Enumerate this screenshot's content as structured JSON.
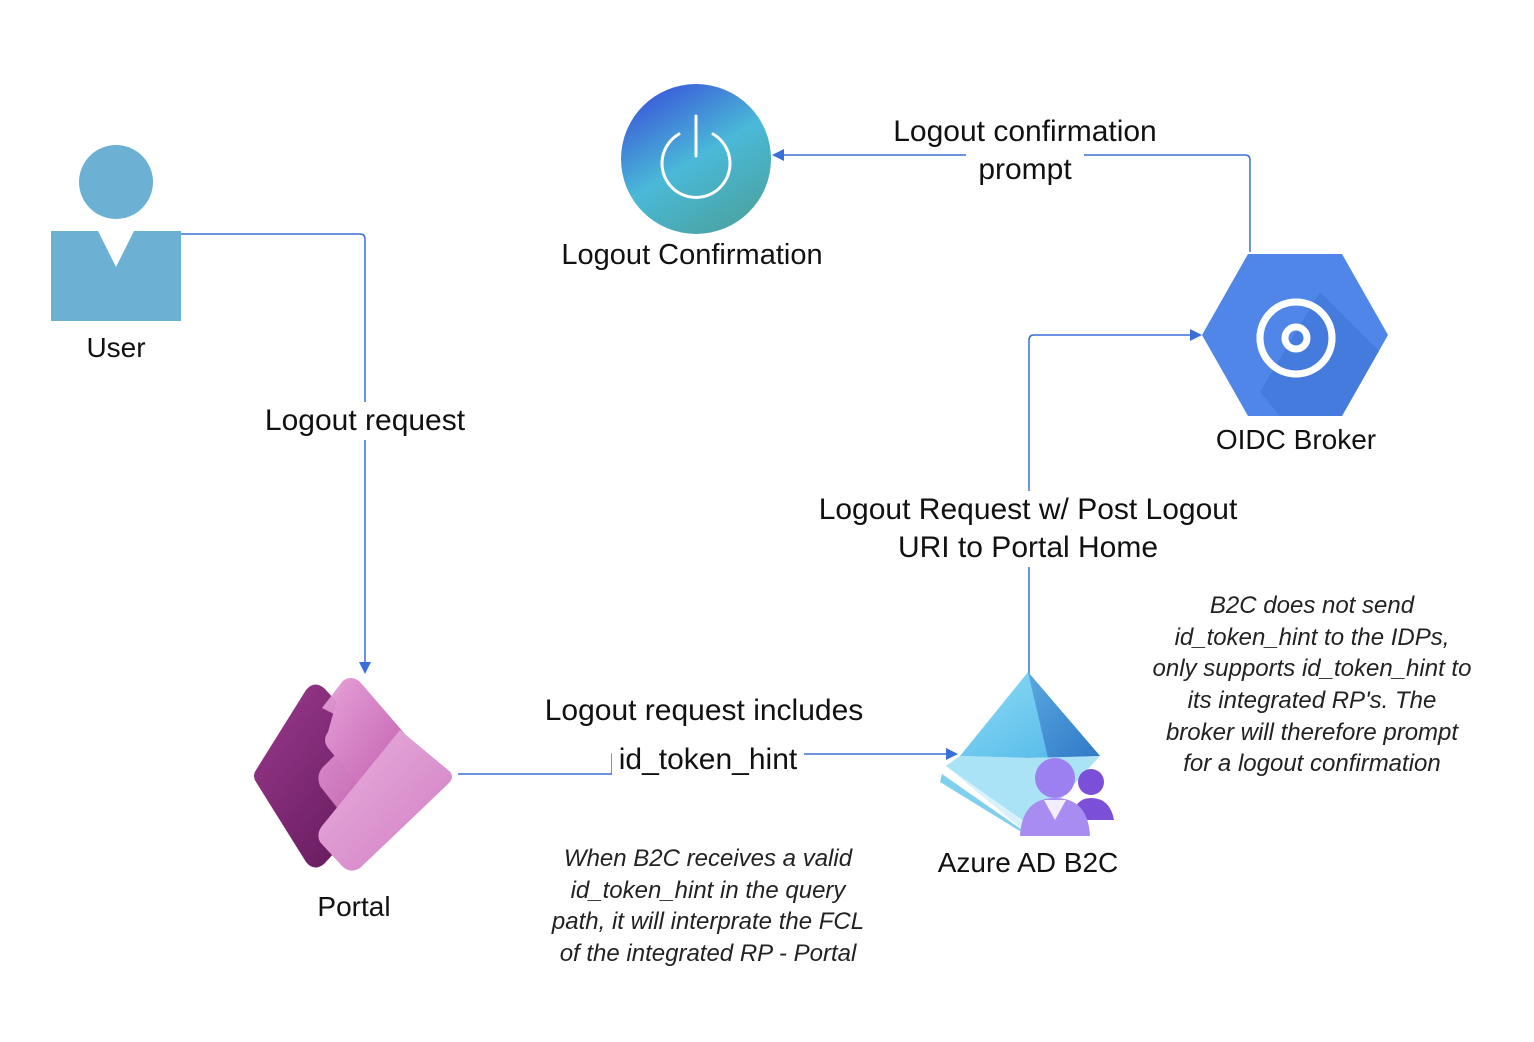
{
  "nodes": {
    "user": {
      "label": "User",
      "icon": "user-icon",
      "color": "#6cb0d4"
    },
    "portal": {
      "label": "Portal",
      "icon": "power-apps-icon",
      "colors": [
        "#7b1f6a",
        "#b84da0",
        "#e6a6da"
      ]
    },
    "logout_confirmation": {
      "label": "Logout Confirmation",
      "icon": "power-button-icon",
      "colors": [
        "#3a5bd9",
        "#4ab3d4",
        "#4aa9a6"
      ]
    },
    "oidc_broker": {
      "label": "OIDC Broker",
      "icon": "hexagon-broker-icon",
      "color": "#4f86e8"
    },
    "azure_ad_b2c": {
      "label": "Azure AD B2C",
      "icon": "azure-ad-b2c-icon",
      "colors": [
        "#5ac6ef",
        "#9c7ff0"
      ]
    }
  },
  "edges": {
    "user_to_portal": {
      "label": "Logout request"
    },
    "portal_to_b2c": {
      "label_line1": "Logout request includes",
      "label_line2": "id_token_hint"
    },
    "b2c_to_broker": {
      "label_line1": "Logout Request w/ Post Logout",
      "label_line2": "URI to Portal Home"
    },
    "broker_to_confirmation": {
      "label_line1": "Logout confirmation",
      "label_line2": "prompt"
    }
  },
  "notes": {
    "portal_note": [
      "When B2C receives a valid",
      "id_token_hint in the query",
      "path, it will interprate the FCL",
      "of the integrated RP - Portal"
    ],
    "b2c_note": [
      "B2C does not send",
      "id_token_hint to the IDPs,",
      "only supports id_token_hint to",
      "its integrated RP's. The",
      "broker will therefore prompt",
      "for a logout confirmation"
    ]
  },
  "colors": {
    "connector": "#3b6fd8",
    "text": "#111111"
  }
}
